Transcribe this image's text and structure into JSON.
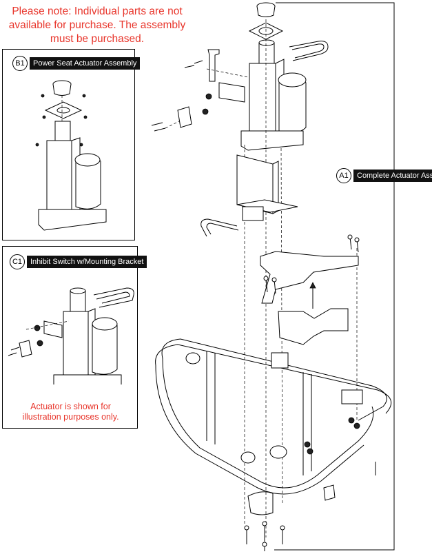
{
  "note": {
    "lines": [
      "Please note: Individual parts are not",
      "available for purchase. The assembly",
      "must be purchased."
    ]
  },
  "callouts": {
    "b1": {
      "code": "B1",
      "title": "Power Seat Actuator Assembly"
    },
    "c1": {
      "code": "C1",
      "title": "Inhibit Switch w/Mounting Bracket"
    },
    "a1": {
      "code": "A1",
      "title": "Complete Actuator Assy"
    }
  },
  "footnote": {
    "lines": [
      "Actuator is shown for",
      "illustration purposes only."
    ]
  },
  "colors": {
    "warning": "#e8352b",
    "label_bg": "#111111"
  }
}
